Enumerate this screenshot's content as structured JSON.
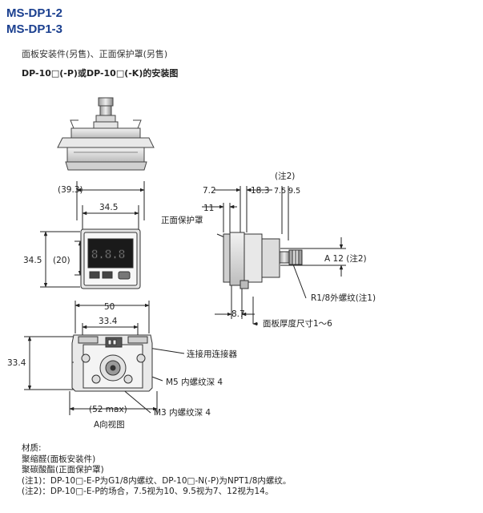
{
  "header": {
    "model_1": "MS-DP1-2",
    "model_2": "MS-DP1-3",
    "caption": "面板安装件(另售)、正面保护罩(另售)",
    "subcaption": "DP-10□(-P)或DP-10□(-K)的安装图"
  },
  "front_view": {
    "dim_outer_width": "(39.3)",
    "dim_inner_width": "34.5",
    "dim_height": "34.5",
    "dim_inner_height": "(20)"
  },
  "side_view": {
    "note_2_top": "(注2)",
    "dim_7_2": "7.2",
    "dim_18_3": "18.3",
    "dim_7_5": "7.5",
    "dim_9_5": "9.5",
    "dim_11": "11",
    "dim_8_7": "8.7",
    "label_front_cover": "正面保护罩",
    "label_a12": "A  12 (注2)",
    "label_thread": "R1/8外螺纹(注1)",
    "label_panel_thickness": "面板厚度尺寸1～6"
  },
  "a_view": {
    "dim_50": "50",
    "dim_33_4_top": "33.4",
    "dim_33_4_left": "33.4",
    "dim_52max": "(52 max)",
    "title": "A向视图",
    "label_connector": "连接用连接器",
    "label_m5": "M5 内螺纹深 4",
    "label_m3": "M3 内螺纹深 4"
  },
  "notes": {
    "material_title": "材质:",
    "material_1": "聚缩醛(面板安装件)",
    "material_2": "聚碳酸酯(正面保护罩)",
    "note_1": "(注1)：DP-10□-E-P为G1/8内螺纹、DP-10□-N(-P)为NPT1/8内螺纹。",
    "note_2": "(注2)：DP-10□-E-P的场合，7.5视为10、9.5视为7、12视为14。"
  }
}
